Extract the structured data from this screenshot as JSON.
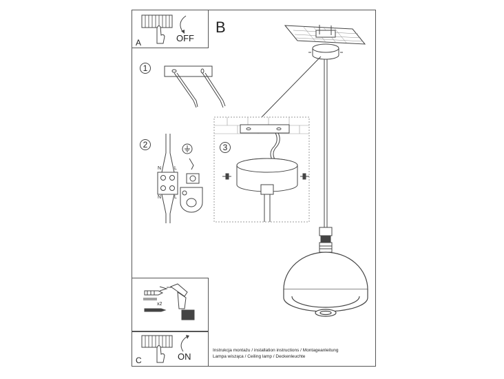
{
  "labels": {
    "panel_a": "A",
    "panel_b": "B",
    "panel_c": "C",
    "off": "OFF",
    "on": "ON",
    "step1": "1",
    "step2": "2",
    "step3": "3",
    "terminal_n_top": "N",
    "terminal_l_top": "L",
    "terminal_n_bottom": "N",
    "terminal_l_bottom": "L",
    "screw_count": "x2"
  },
  "footer": {
    "line1": "Instrukcja montażu / installation instructions / Montageanleitung",
    "line2": "Lampa wisząca / Ceiling lamp  / Deckenleuchte"
  },
  "colors": {
    "line": "#444444",
    "frame": "#555555",
    "dash": "#999999"
  }
}
